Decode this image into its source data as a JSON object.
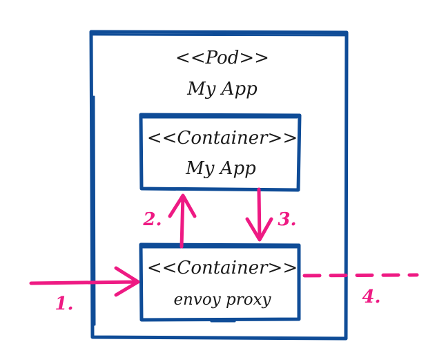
{
  "colors": {
    "box": "#0f4c97",
    "flow": "#ee1a83",
    "text": "#1a1a1a"
  },
  "pod": {
    "stereotype": "<<Pod>>",
    "name": "My App"
  },
  "app_container": {
    "stereotype": "<<Container>>",
    "name": "My App"
  },
  "proxy_container": {
    "stereotype": "<<Container>>",
    "name": "envoy proxy"
  },
  "steps": {
    "one": "1.",
    "two": "2.",
    "three": "3.",
    "four": "4."
  }
}
